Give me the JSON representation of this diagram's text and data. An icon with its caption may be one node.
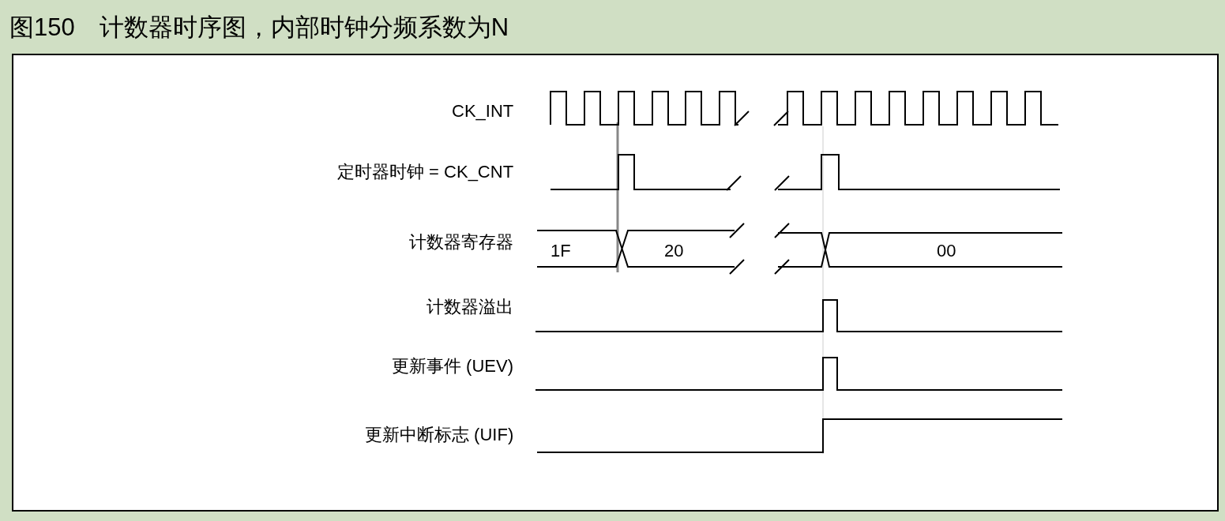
{
  "diagram": {
    "title": "图150　计数器时序图，内部时钟分频系数为N",
    "labels": [
      "CK_INT",
      "定时器时钟 = CK_CNT",
      "计数器寄存器",
      "1F",
      "20",
      "00",
      "计数器溢出",
      "更新事件 (UEV)",
      "更新中断标志 (UIF)"
    ]
  }
}
